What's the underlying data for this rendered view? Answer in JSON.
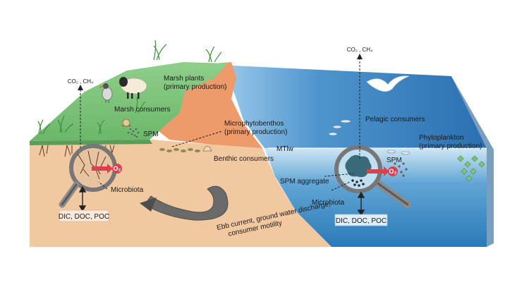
{
  "labels": {
    "marsh_plants": [
      "Marsh plants",
      "(primary production)"
    ],
    "marsh_consumers": "Marsh consumers",
    "spm_land": "SPM",
    "co2_ch4_left": "CO₂ , CH₄",
    "co2_ch4_right": "CO₂ , CH₄",
    "microphytobenthos": [
      "Microphytobenthos",
      "(primary production)"
    ],
    "benthic_consumers": "Benthic consumers",
    "mtlw": "MTlw",
    "pelagic_consumers": "Pelagic consumers",
    "phytoplankton": [
      "Phytoplankton",
      "(primary production)"
    ],
    "spm_water": "SPM",
    "spm_aggregate": "SPM aggregate",
    "microbiota_left": "Microbiota",
    "microbiota_right": "Microbiota",
    "o2_left": "O₂",
    "o2_right": "O₂",
    "dic_left": "DIC, DOC, POC",
    "dic_right": "DIC, DOC, POC",
    "ebb": [
      "Ebb current, ground water discharge,",
      "consumer motility"
    ]
  },
  "colors": {
    "marsh": "#7cc27a",
    "sand": "#f2c8a0",
    "shore": "#ee9a6a",
    "water_light": "#cfe6f4",
    "water_surface": "#4a90c8",
    "water_deep": "#2a79b6",
    "o2_red": "#d6424f"
  }
}
